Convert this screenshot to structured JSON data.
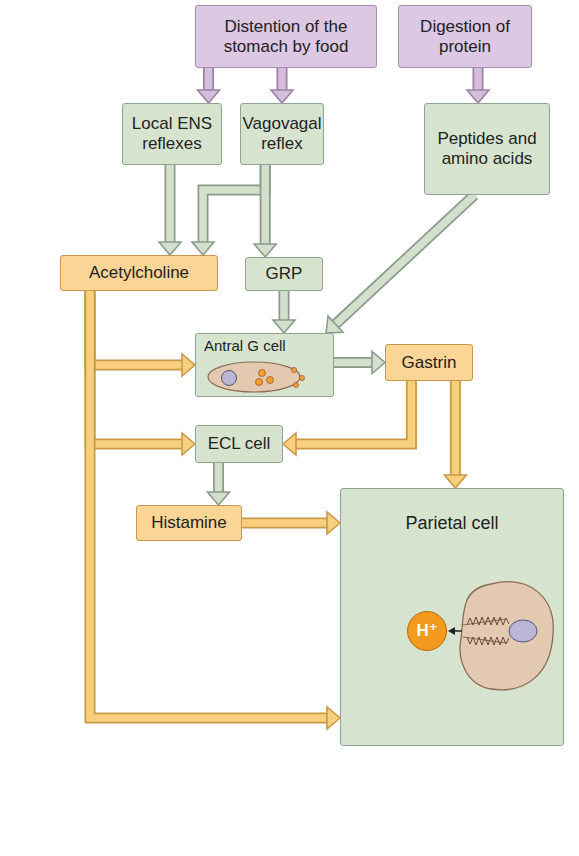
{
  "diagram": {
    "nodes": [
      {
        "text": [
          "Distention of the stomach by food"
        ]
      },
      {
        "text": [
          "Digestion of protein"
        ]
      },
      {
        "text": [
          "Local ENS reflexes"
        ]
      },
      {
        "text": [
          "Vagovagal reflex"
        ]
      },
      {
        "text": [
          "Peptides and amino acids"
        ]
      },
      {
        "text": [
          "Acetylcholine"
        ]
      },
      {
        "text": [
          "GRP"
        ]
      },
      {
        "text": [
          "Antral G cell"
        ]
      },
      {
        "text": [
          "Gastrin"
        ]
      },
      {
        "text": [
          "ECL cell"
        ]
      },
      {
        "text": [
          "Histamine"
        ]
      },
      {
        "text": [
          "Parietal cell"
        ]
      },
      {
        "text": [
          "H⁺"
        ],
        "in": 11
      }
    ],
    "edges": [
      {
        "from": 0,
        "to": 2,
        "arrow": "to"
      },
      {
        "from": 0,
        "to": 3,
        "arrow": "to"
      },
      {
        "from": 1,
        "to": 4,
        "arrow": "to"
      },
      {
        "from": 2,
        "to": 5,
        "arrow": "to"
      },
      {
        "from": 3,
        "to": 5,
        "arrow": "to"
      },
      {
        "from": 3,
        "to": 6,
        "arrow": "to"
      },
      {
        "from": 4,
        "to": 7,
        "arrow": "to"
      },
      {
        "from": 6,
        "to": 7,
        "arrow": "to"
      },
      {
        "from": 5,
        "to": 7,
        "arrow": "to"
      },
      {
        "from": 5,
        "to": 9,
        "arrow": "to"
      },
      {
        "from": 5,
        "to": 11,
        "arrow": "to"
      },
      {
        "from": 7,
        "to": 8,
        "arrow": "to"
      },
      {
        "from": 8,
        "to": 9,
        "arrow": "to"
      },
      {
        "from": 8,
        "to": 11,
        "arrow": "to"
      },
      {
        "from": 9,
        "to": 10,
        "arrow": "to"
      },
      {
        "from": 10,
        "to": 11,
        "arrow": "to"
      }
    ]
  }
}
